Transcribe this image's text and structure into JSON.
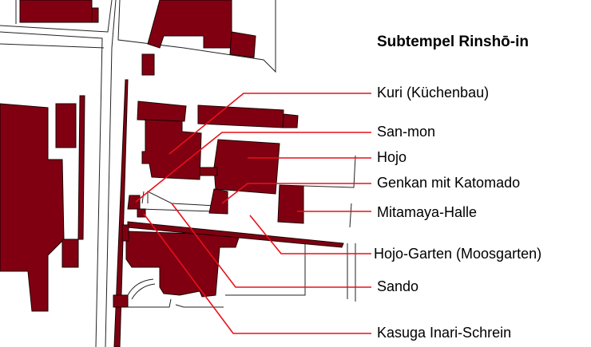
{
  "title": "Subtempel Rinshō-in",
  "labels": [
    "Kuri (Küchenbau)",
    "San-mon",
    "Hojo",
    "Genkan mit Katomado",
    "Mitamaya-Halle",
    "Hojo-Garten (Moosgarten)",
    "Sando",
    "Kasuga Inari-Schrein"
  ],
  "colors": {
    "building": "#800012",
    "leader": "#e8101a"
  }
}
